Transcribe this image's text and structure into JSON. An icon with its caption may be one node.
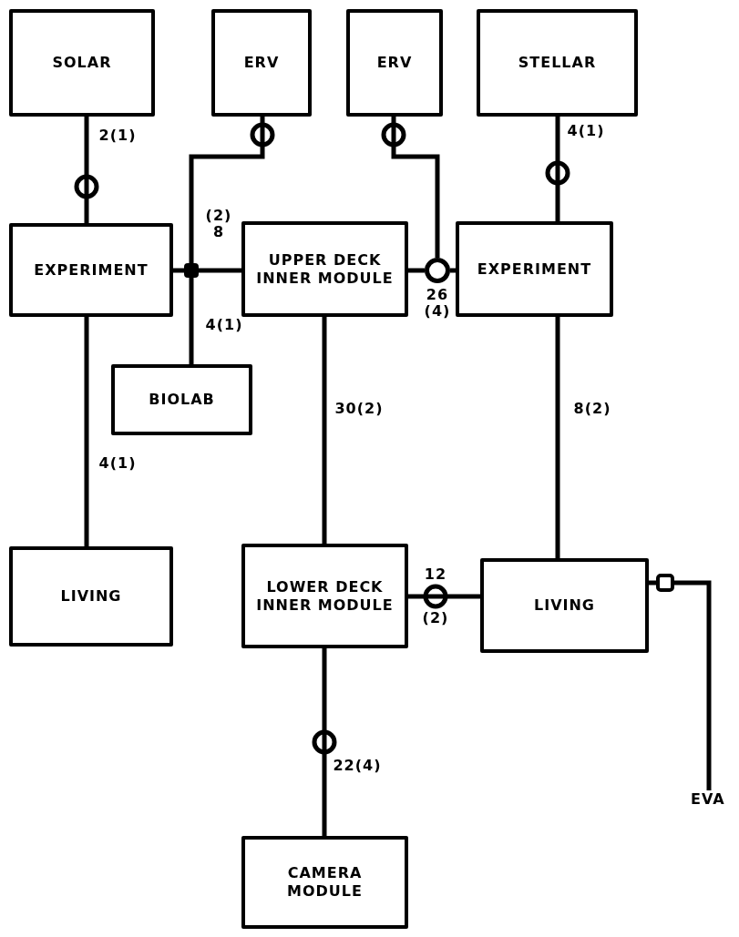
{
  "diagram": {
    "nodes": [
      {
        "text": [
          "SOLAR"
        ]
      },
      {
        "text": [
          "ERV"
        ]
      },
      {
        "text": [
          "ERV"
        ]
      },
      {
        "text": [
          "STELLAR"
        ]
      },
      {
        "text": [
          "EXPERIMENT"
        ]
      },
      {
        "text": [],
        "shape": "box"
      },
      {
        "text": [
          "UPPER DECK INNER MODULE"
        ]
      },
      {
        "text": [],
        "shape": "circle",
        "beside": [
          "26 (4)"
        ]
      },
      {
        "text": [
          "EXPERIMENT"
        ]
      },
      {
        "text": [
          "BIOLAB"
        ]
      },
      {
        "text": [
          "LIVING"
        ]
      },
      {
        "text": [
          "LOWER DECK INNER MODULE"
        ]
      },
      {
        "text": [
          "LIVING"
        ]
      },
      {
        "text": [
          "EVA"
        ]
      },
      {
        "text": [
          "CAMERA MODULE"
        ]
      }
    ],
    "edges": [
      {
        "from": 0,
        "to": 4,
        "arrow": "none",
        "label": "2(1)"
      },
      {
        "from": 1,
        "to": 5,
        "arrow": "none"
      },
      {
        "from": 4,
        "to": 5,
        "arrow": "none"
      },
      {
        "from": 5,
        "to": 6,
        "arrow": "none",
        "label": "(2) 8"
      },
      {
        "from": 5,
        "to": 9,
        "arrow": "none",
        "label": "4(1)"
      },
      {
        "from": 2,
        "to": 7,
        "arrow": "none"
      },
      {
        "from": 6,
        "to": 7,
        "arrow": "none"
      },
      {
        "from": 7,
        "to": 8,
        "arrow": "none"
      },
      {
        "from": 3,
        "to": 8,
        "arrow": "none",
        "label": "4(1)"
      },
      {
        "from": 4,
        "to": 10,
        "arrow": "none",
        "label": "4(1)"
      },
      {
        "from": 6,
        "to": 11,
        "arrow": "none",
        "label": "30(2)"
      },
      {
        "from": 8,
        "to": 12,
        "arrow": "none",
        "label": "8(2)"
      },
      {
        "from": 11,
        "to": 12,
        "arrow": "none",
        "label": "12 (2)"
      },
      {
        "from": 11,
        "to": 14,
        "arrow": "none",
        "label": "22(4)"
      },
      {
        "from": 12,
        "to": 13,
        "arrow": "none"
      }
    ]
  }
}
